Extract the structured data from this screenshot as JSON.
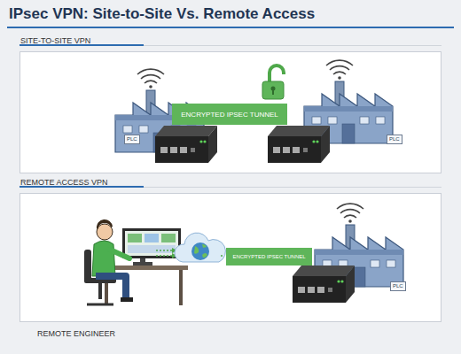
{
  "diagram": {
    "title": "IPsec VPN: Site-to-Site Vs. Remote Access",
    "nodes": [
      {
        "text": [
          "SITE-TO-SITE VPN"
        ]
      },
      {
        "text": [
          "ENCRYPTED IPSEC TUNNEL"
        ],
        "in": 0
      },
      {
        "text": [
          "REMOTE ACCESS VPN"
        ]
      },
      {
        "text": [
          "ENCRYPTED IPSEC TUNNEL"
        ],
        "in": 2
      }
    ],
    "labels": [
      "PLC",
      "PLC",
      "PLC",
      "REMOTE ENGINEER"
    ]
  }
}
